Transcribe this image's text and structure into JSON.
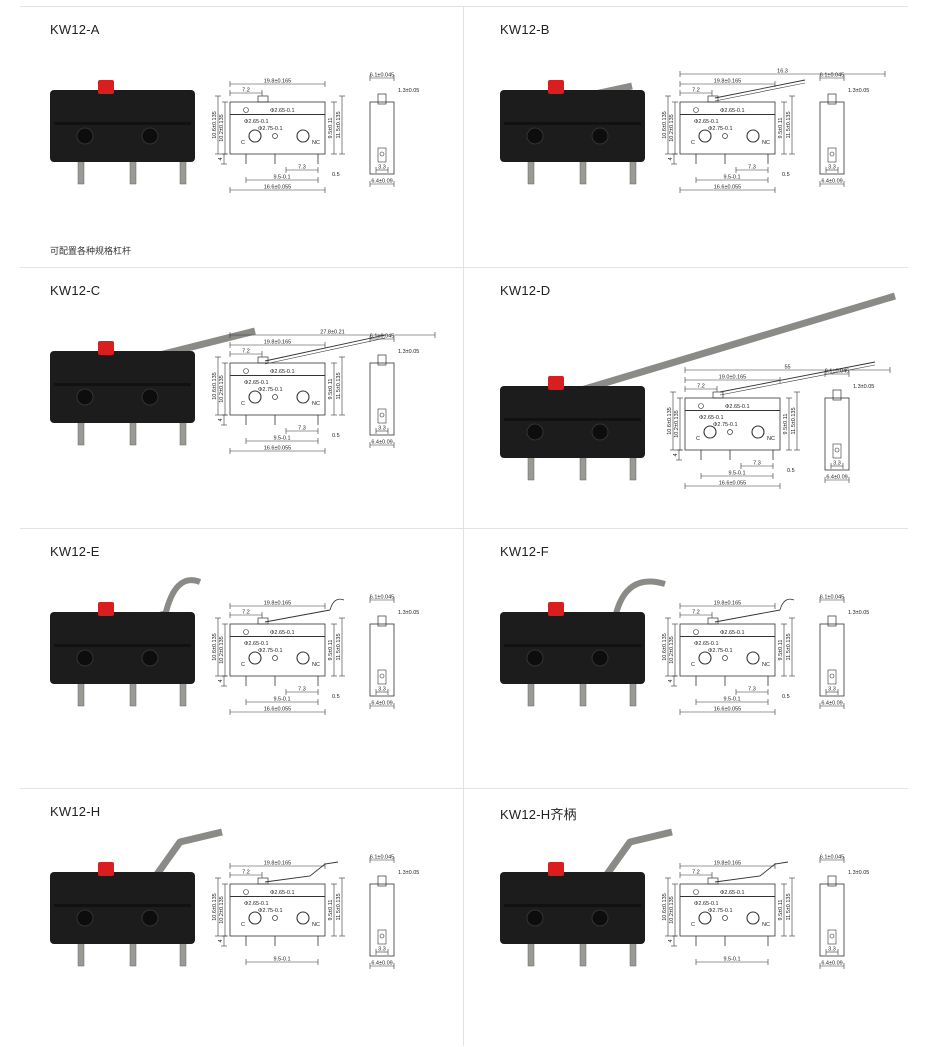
{
  "colors": {
    "body": "#1c1c1c",
    "button": "#d81e1e",
    "lever": "#8a8a86",
    "pin": "#9a9a94",
    "line": "#333333",
    "divider": "#e2e2e2"
  },
  "models": [
    {
      "title": "KW12-A",
      "note": "可配置各种规格杠杆",
      "lever": "none",
      "dims": {
        "top": "19.8±0.165",
        "lever_len": "",
        "l72": "7.2",
        "phi1": "Φ2.65-0.1",
        "phi2": "Φ2.75-0.1",
        "phi3": "Φ2.65-0.1",
        "h1": "10.6±0.135",
        "h2": "10.2±0.135",
        "r1": "9.5±0.11",
        "r2": "11.5±0.135",
        "four": "4",
        "c": "C",
        "nc": "NC",
        "l73": "7.3",
        "l05": "0.5",
        "l95": "9.5-0.1",
        "l166": "16.6±0.055",
        "s61": "6.1±0.045",
        "s13": "1.3±0.05",
        "s33": "3.3",
        "s64": "6.4±0.09"
      }
    },
    {
      "title": "KW12-B",
      "note": "",
      "lever": "short",
      "dims": {
        "top": "19.8±0.165",
        "lever_len": "16.3",
        "l72": "7.2",
        "phi1": "Φ2.65-0.1",
        "phi2": "Φ2.75-0.1",
        "phi3": "Φ2.65-0.1",
        "h1": "10.6±0.135",
        "h2": "10.2±0.135",
        "r1": "9.5±0.11",
        "r2": "11.5±0.135",
        "four": "4",
        "c": "C",
        "nc": "NC",
        "l73": "7.3",
        "l05": "0.5",
        "l95": "9.5-0.1",
        "l166": "16.6±0.055",
        "s61": "6.1±0.045",
        "s13": "1.3±0.05",
        "s33": "3.3",
        "s64": "6.4±0.09"
      }
    },
    {
      "title": "KW12-C",
      "note": "",
      "lever": "long",
      "dims": {
        "top": "19.8±0.165",
        "lever_len": "27.8±0.21",
        "l72": "7.2",
        "phi1": "Φ2.65-0.1",
        "phi2": "Φ2.75-0.1",
        "phi3": "Φ2.65-0.1",
        "h1": "10.6±0.135",
        "h2": "10.2±0.135",
        "r1": "9.5±0.11",
        "r2": "11.5±0.135",
        "four": "4",
        "c": "C",
        "nc": "NC",
        "l73": "7.3",
        "l05": "0.5",
        "l95": "9.5-0.1",
        "l166": "16.6±0.055",
        "s61": "6.1±0.045",
        "s13": "1.3±0.05",
        "s33": "3.3",
        "s64": "6.4±0.09"
      }
    },
    {
      "title": "KW12-D",
      "note": "",
      "lever": "xlong",
      "dims": {
        "top": "19.0±0.165",
        "lever_len": "55",
        "l72": "7.2",
        "phi1": "Φ2.65-0.1",
        "phi2": "Φ2.75-0.1",
        "phi3": "Φ2.65-0.1",
        "h1": "10.6±0.135",
        "h2": "10.2±0.135",
        "r1": "9.5±0.11",
        "r2": "11.5±0.135",
        "four": "4",
        "c": "C",
        "nc": "NC",
        "l73": "7.3",
        "l05": "0.5",
        "l95": "9.5-0.1",
        "l166": "16.6±0.055",
        "s61": "6.1±0.045",
        "s13": "1.3±0.05",
        "s33": "3.3",
        "s64": "6.4±0.09"
      }
    },
    {
      "title": "KW12-E",
      "note": "",
      "lever": "roller",
      "dims": {
        "top": "19.8±0.165",
        "lever_len": "",
        "l72": "7.2",
        "phi1": "Φ2.65-0.1",
        "phi2": "Φ2.75-0.1",
        "phi3": "Φ2.65-0.1",
        "h1": "10.6±0.135",
        "h2": "10.2±0.135",
        "r1": "9.5±0.11",
        "r2": "11.5±0.135",
        "four": "4",
        "c": "C",
        "nc": "NC",
        "l73": "7.3",
        "l05": "0.5",
        "l95": "9.5-0.1",
        "l166": "16.6±0.055",
        "s61": "6.1±0.045",
        "s13": "1.3±0.05",
        "s33": "3.3",
        "s64": "6.4±0.09"
      }
    },
    {
      "title": "KW12-F",
      "note": "",
      "lever": "roller-long",
      "dims": {
        "top": "19.8±0.165",
        "lever_len": "",
        "l72": "7.2",
        "phi1": "Φ2.65-0.1",
        "phi2": "Φ2.75-0.1",
        "phi3": "Φ2.65-0.1",
        "h1": "10.6±0.135",
        "h2": "10.2±0.135",
        "r1": "9.5±0.11",
        "r2": "11.5±0.135",
        "four": "4",
        "c": "C",
        "nc": "NC",
        "l73": "7.3",
        "l05": "0.5",
        "l95": "9.5-0.1",
        "l166": "16.6±0.055",
        "s61": "6.1±0.045",
        "s13": "1.3±0.05",
        "s33": "3.3",
        "s64": "6.4±0.09"
      }
    },
    {
      "title": "KW12-H",
      "note": "",
      "lever": "bent",
      "dims": {
        "top": "19.8±0.165",
        "lever_len": "",
        "l72": "7.2",
        "phi1": "Φ2.65-0.1",
        "phi2": "Φ2.75-0.1",
        "phi3": "Φ2.65-0.1",
        "h1": "10.6±0.135",
        "h2": "10.2±0.135",
        "r1": "9.5±0.11",
        "r2": "11.5±0.135",
        "four": "4",
        "c": "C",
        "nc": "NC",
        "l73": "",
        "l05": "",
        "l95": "9.5-0.1",
        "l166": "",
        "s61": "6.1±0.045",
        "s13": "1.3±0.05",
        "s33": "3.3",
        "s64": "6.4±0.09"
      }
    },
    {
      "title": "KW12-H齐柄",
      "note": "",
      "lever": "bent",
      "dims": {
        "top": "19.8±0.165",
        "lever_len": "",
        "l72": "7.2",
        "phi1": "Φ2.65-0.1",
        "phi2": "Φ2.75-0.1",
        "phi3": "Φ2.65-0.1",
        "h1": "10.6±0.135",
        "h2": "10.2±0.135",
        "r1": "9.5±0.11",
        "r2": "11.5±0.135",
        "four": "4",
        "c": "C",
        "nc": "NC",
        "l73": "",
        "l05": "",
        "l95": "9.5-0.1",
        "l166": "",
        "s61": "6.1±0.045",
        "s13": "1.3±0.05",
        "s33": "3.3",
        "s64": "6.4±0.09"
      }
    }
  ]
}
